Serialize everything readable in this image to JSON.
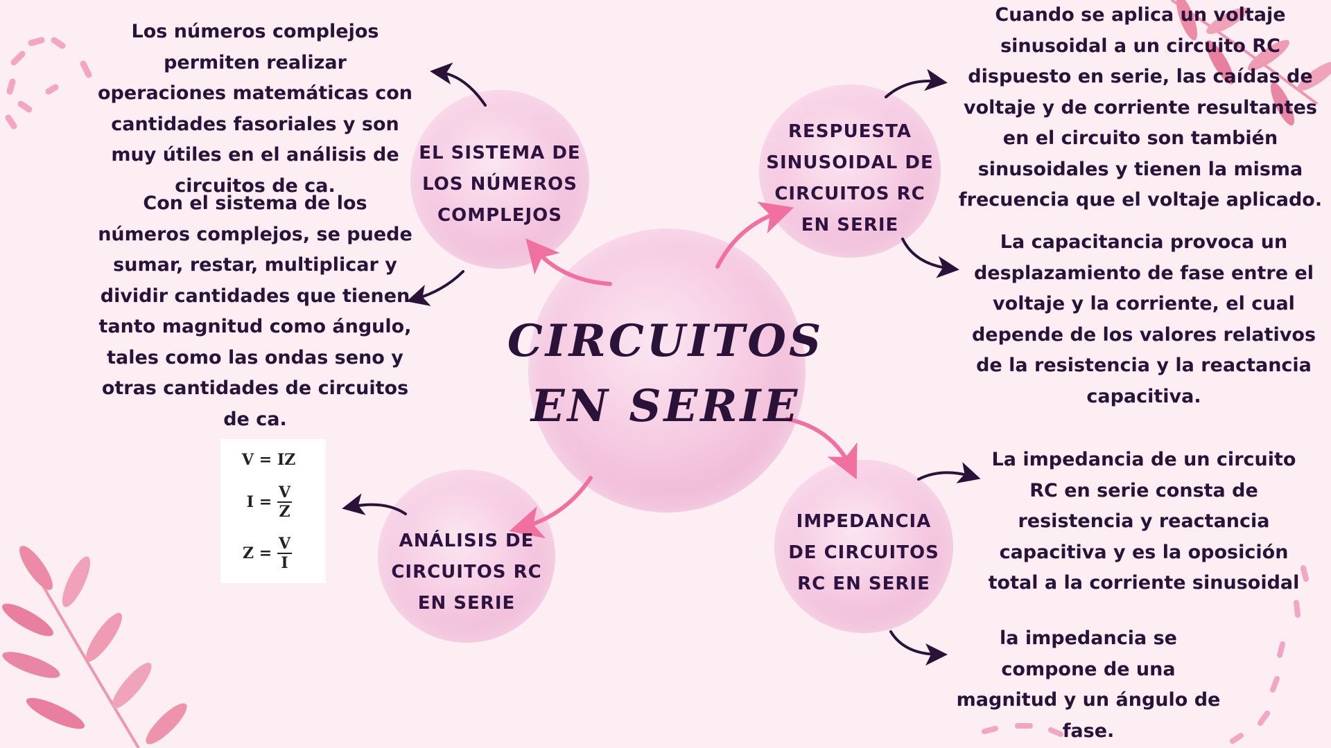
{
  "center": {
    "title": "CIRCUITOS EN SERIE"
  },
  "nodes": {
    "complex": "EL SISTEMA DE LOS NÚMEROS COMPLEJOS",
    "sinusoidal": "RESPUESTA SINUSOIDAL DE CIRCUITOS RC EN SERIE",
    "analysis": "ANÁLISIS DE CIRCUITOS RC EN SERIE",
    "impedance": "IMPEDANCIA DE CIRCUITOS RC EN SERIE"
  },
  "texts": {
    "complex_1": "Los números complejos permiten realizar operaciones matemáticas con cantidades fasoriales y son muy útiles en el análisis de circuitos de ca.",
    "complex_2": "Con el sistema de los números complejos, se puede sumar, restar, multiplicar y dividir cantidades que tienen tanto magnitud como ángulo, tales como las ondas seno y otras cantidades de circuitos de ca.",
    "sinusoidal_1": "Cuando se aplica un voltaje sinusoidal a un circuito RC dispuesto en serie, las caídas de voltaje y de corriente resultantes en el circuito son también sinusoidales y tienen la misma frecuencia que el voltaje aplicado.",
    "sinusoidal_2": "La capacitancia provoca un desplazamiento de fase entre el voltaje y la corriente, el cual depende de los valores relativos de la resistencia y la reactancia capacitiva.",
    "impedance_1": "La impedancia de un circuito RC en serie consta de resistencia y reactancia capacitiva y es la oposición total a la corriente sinusoidal",
    "impedance_2": "la impedancia se compone de una magnitud y un ángulo de fase."
  },
  "formulas": {
    "f1": {
      "lhs": "V",
      "eq": "=",
      "rhs": "IZ"
    },
    "f2": {
      "lhs": "I",
      "eq": "=",
      "num": "V",
      "den": "Z"
    },
    "f3": {
      "lhs": "Z",
      "eq": "=",
      "num": "V",
      "den": "I"
    }
  },
  "colors": {
    "background": "#fdeef3",
    "bubble": "#f3c3dc",
    "text": "#2a1238",
    "arrow_dark": "#2a1238",
    "arrow_pink": "#f0719f",
    "leaf": "#e9829f"
  },
  "icons": [
    "arrow-icon",
    "leaf-decoration",
    "dash-ring-decoration"
  ]
}
